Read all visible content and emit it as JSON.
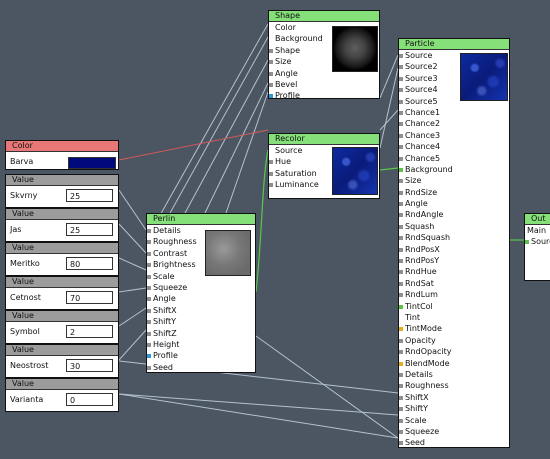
{
  "nodes": {
    "color": {
      "title": "Color",
      "label": "Barva",
      "swatch_color": "#000a7d"
    },
    "values": [
      {
        "title": "Value",
        "label": "Skvrny",
        "value": "25"
      },
      {
        "title": "Value",
        "label": "Jas",
        "value": "25"
      },
      {
        "title": "Value",
        "label": "Meritko",
        "value": "80"
      },
      {
        "title": "Value",
        "label": "Cetnost",
        "value": "70"
      },
      {
        "title": "Value",
        "label": "Symbol",
        "value": "2"
      },
      {
        "title": "Value",
        "label": "Neostrost",
        "value": "30"
      },
      {
        "title": "Value",
        "label": "Varianta",
        "value": "0"
      }
    ],
    "perlin": {
      "title": "Perlin",
      "ports": [
        "Details",
        "Roughness",
        "Contrast",
        "Brightness",
        "Scale",
        "Squeeze",
        "Angle",
        "ShiftX",
        "ShiftY",
        "ShiftZ",
        "Height",
        "Profile",
        "Seed"
      ]
    },
    "shape": {
      "title": "Shape",
      "ports": [
        "Color",
        "Background",
        "Shape",
        "Size",
        "Angle",
        "Bevel",
        "Profile"
      ]
    },
    "recolor": {
      "title": "Recolor",
      "ports": [
        "Source",
        "Hue",
        "Saturation",
        "Luminance"
      ]
    },
    "particle": {
      "title": "Particle",
      "ports": [
        "Source",
        "Source2",
        "Source3",
        "Source4",
        "Source5",
        "Chance1",
        "Chance2",
        "Chance3",
        "Chance4",
        "Chance5",
        "Background",
        "Size",
        "RndSize",
        "Angle",
        "RndAngle",
        "Squash",
        "RndSquash",
        "RndPosX",
        "RndPosY",
        "RndHue",
        "RndSat",
        "RndLum",
        "TintCol",
        "Tint",
        "TintMode",
        "Opacity",
        "RndOpacity",
        "BlendMode",
        "Details",
        "Roughness",
        "ShiftX",
        "ShiftY",
        "Scale",
        "Squeeze",
        "Seed"
      ]
    },
    "out": {
      "title": "Out",
      "ports": [
        "Main",
        "Source"
      ]
    }
  },
  "colors": {
    "canvas": "#4b5662",
    "header_green": "#86e07a",
    "header_red": "#e87878",
    "header_gray": "#9c9c9c",
    "wire": "#c8d4de",
    "wire_green": "#56c94a",
    "wire_red": "#d25a5a"
  }
}
